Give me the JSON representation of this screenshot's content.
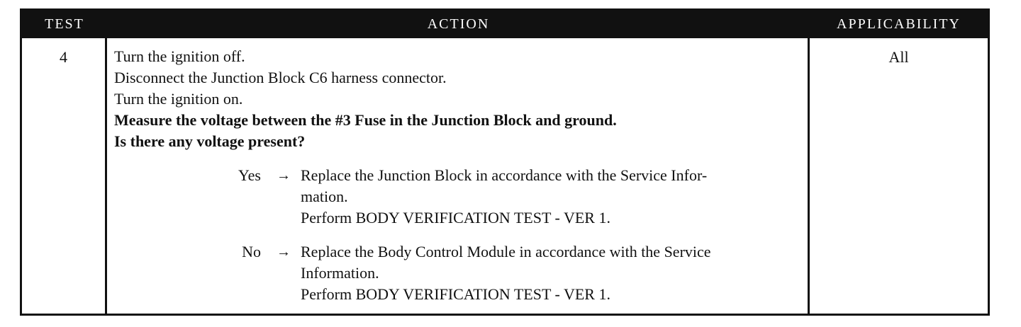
{
  "header": {
    "test": "TEST",
    "action": "ACTION",
    "applicability": "APPLICABILITY"
  },
  "row": {
    "test_number": "4",
    "applicability": "All",
    "steps": [
      "Turn the ignition off.",
      "Disconnect the Junction Block C6 harness connector.",
      "Turn the ignition on.",
      "Measure the voltage between the #3 Fuse in the Junction Block and ground.",
      "Is there any voltage present?"
    ],
    "outcomes": [
      {
        "label": "Yes",
        "arrow": "→",
        "lines": [
          "Replace the Junction Block in accordance with the Service Infor-",
          "mation.",
          "Perform BODY VERIFICATION TEST - VER 1."
        ]
      },
      {
        "label": "No",
        "arrow": "→",
        "lines": [
          "Replace the Body Control Module in accordance with the Service",
          "Information.",
          "Perform BODY VERIFICATION TEST - VER 1."
        ]
      }
    ]
  }
}
